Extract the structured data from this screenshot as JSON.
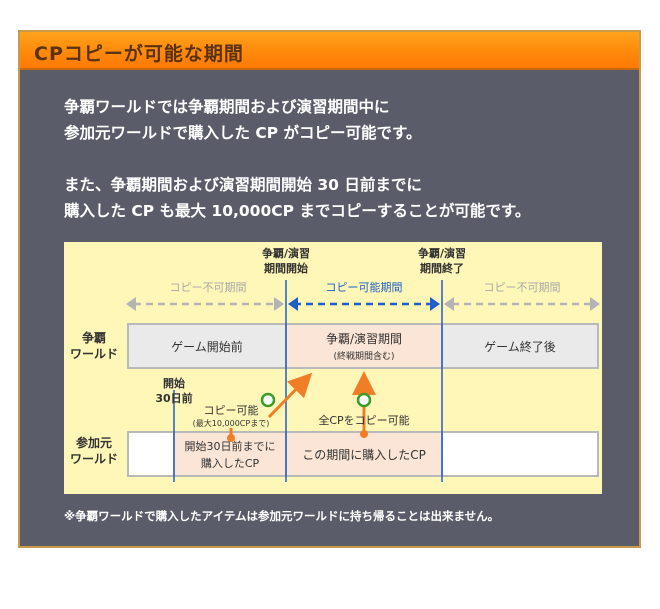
{
  "header": {
    "title": "CPコピーが可能な期間"
  },
  "intro": {
    "line1": "争覇ワールドでは争覇期間および演習期間中に",
    "line2": "参加元ワールドで購入した CP がコピー可能です。",
    "line3": "また、争覇期間および演習期間開始 30 日前までに",
    "line4": "購入した CP も最大 10,000CP までコピーすることが可能です。"
  },
  "diagram": {
    "marker_start": [
      "争覇/演習",
      "期間開始"
    ],
    "marker_end": [
      "争覇/演習",
      "期間終了"
    ],
    "copy_not_allowed_left": "コピー不可期間",
    "copy_allowed": "コピー可能期間",
    "copy_not_allowed_right": "コピー不可期間",
    "row1_label": [
      "争覇",
      "ワールド"
    ],
    "row1_cells": {
      "before": "ゲーム開始前",
      "during": "争覇/演習期間",
      "during_sub": "(終戦期間含む)",
      "after": "ゲーム終了後"
    },
    "start_30": [
      "開始",
      "30日前"
    ],
    "copy_ok_limited": "コピー可能",
    "copy_ok_limited_sub": "(最大10,000CPまで)",
    "copy_ok_all": "全CPをコピー可能",
    "row2_label": [
      "参加元",
      "ワールド"
    ],
    "row2_cells": {
      "pre": [
        "開始30日前までに",
        "購入したCP"
      ],
      "during": "この期間に購入したCP"
    },
    "colors": {
      "background": "#fff7b8",
      "gray_arrow": "#b4b4b4",
      "blue_arrow": "#1f5fc8",
      "highlight": "#fbe5d6",
      "orange": "#f07e26",
      "green": "#3a9a2a"
    }
  },
  "note": "※争覇ワールドで購入したアイテムは参加元ワールドに持ち帰ることは出来ません。"
}
